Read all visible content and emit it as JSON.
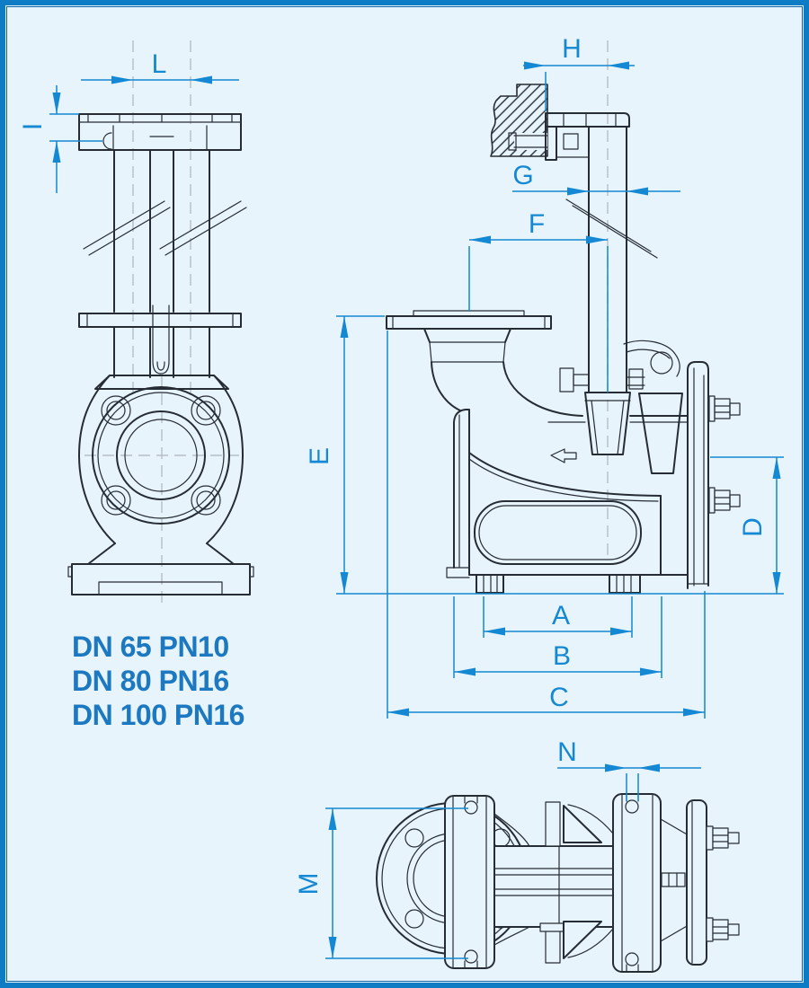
{
  "drawing": {
    "type": "technical-dimension-drawing",
    "subject": "vertical immersion pump with wall mounting bracket",
    "views": [
      "front-view",
      "side-view",
      "bottom-plan-view"
    ]
  },
  "colors": {
    "background": "#e7f4fb",
    "frame": "#0d7cc4",
    "frame_inner": "#0a63a5",
    "line": "#262c33",
    "centerline": "#b6bec5",
    "dimension": "#1488d2",
    "label_text": "#1c78c0"
  },
  "dims": {
    "L": "L",
    "I": "I",
    "H": "H",
    "G": "G",
    "F": "F",
    "E": "E",
    "D": "D",
    "A": "A",
    "B": "B",
    "C": "C",
    "N": "N",
    "M": "M"
  },
  "specs": [
    "DN 65 PN10",
    "DN 80 PN16",
    "DN 100 PN16"
  ]
}
